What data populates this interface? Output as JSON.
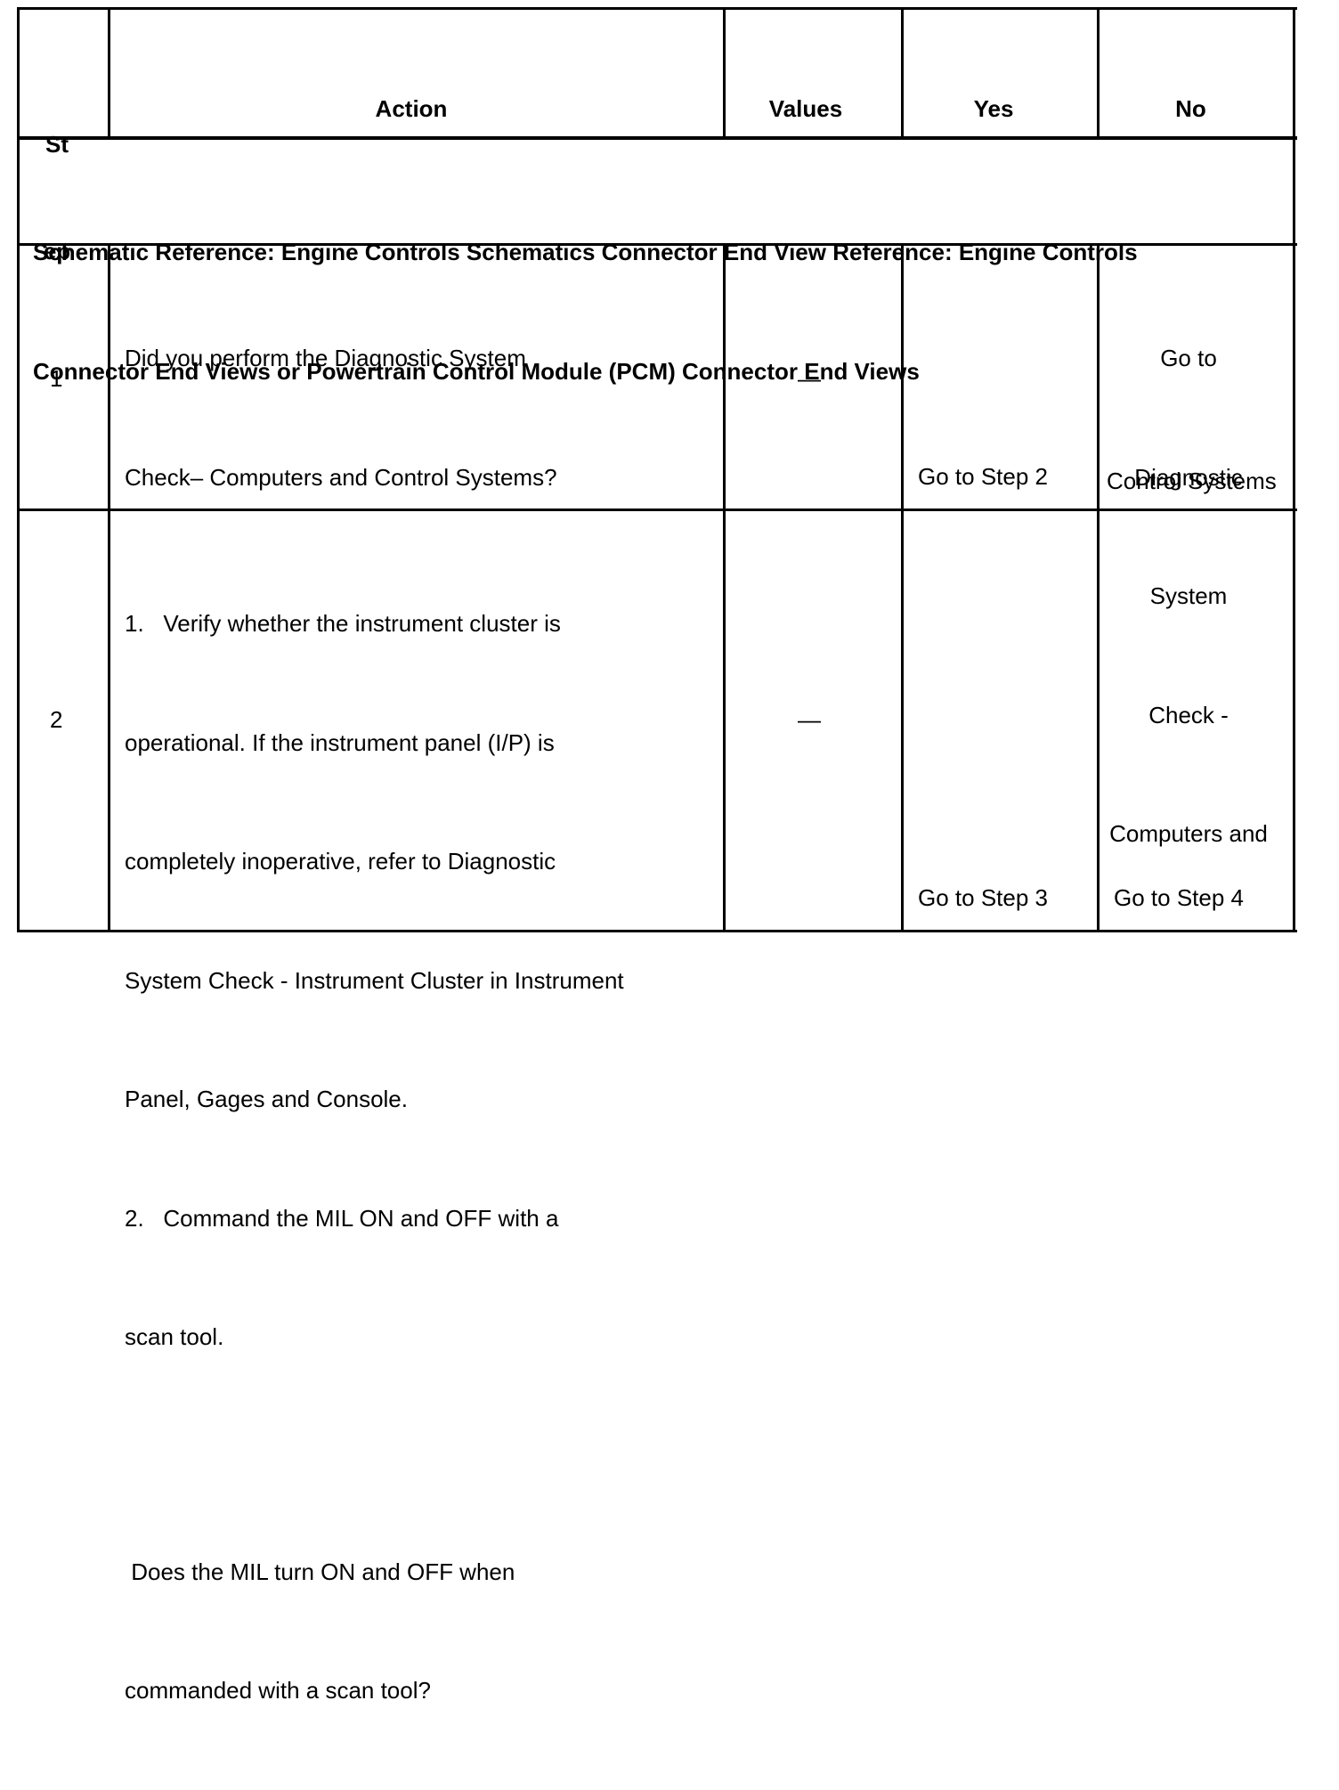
{
  "table": {
    "headers": {
      "step": [
        "St",
        "ep"
      ],
      "action": "Action",
      "values": "Values",
      "yes": "Yes",
      "no": "No"
    },
    "reference_lines": [
      "Schematic Reference: Engine Controls Schematics Connector End View Reference: Engine Controls",
      "Connector End Views or Powertrain Control Module (PCM) Connector End Views"
    ],
    "rows": [
      {
        "step": "1",
        "action_lines": [
          "Did you perform the Diagnostic System",
          "Check– Computers and Control Systems?"
        ],
        "values": "—",
        "yes": "Go to Step 2",
        "no_lines": [
          "Go to",
          "Diagnostic",
          "System",
          "Check -",
          "Computers and",
          "Control Systems"
        ]
      },
      {
        "step": "2",
        "action_lines": [
          "1.   Verify whether the instrument cluster is",
          "operational. If the instrument panel (I/P) is",
          "completely inoperative, refer to Diagnostic",
          "System Check - Instrument Cluster in Instrument",
          "Panel, Gages and Console.",
          "2.   Command the MIL ON and OFF with a",
          "scan tool.",
          " Does the MIL turn ON and OFF when",
          "commanded with a scan tool?"
        ],
        "values": "—",
        "yes": "Go to Step 3",
        "no": "Go to Step 4"
      }
    ]
  }
}
